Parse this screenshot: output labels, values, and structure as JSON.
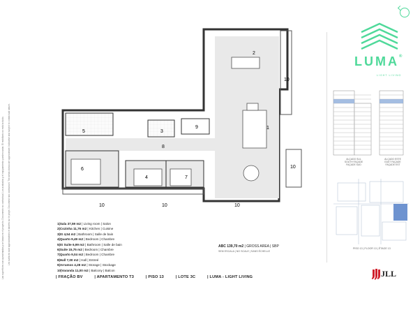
{
  "side_notes": {
    "note_pt": "Las superficies son aproximadas y se basan en el proyecto. Documento no contractual. Los acabados y el equipamiento pueden variar. El mobiliario no está incluido.",
    "note_fr": "Les surfaces sont approximatives et basées sur le projet. Document non contractuel. The areas shown are approximate. Indicative and subject to contractual nature."
  },
  "plan": {
    "room_labels": [
      "2",
      "10",
      "1",
      "10",
      "5",
      "3",
      "9",
      "8",
      "6",
      "4",
      "7",
      "10",
      "10",
      "10"
    ]
  },
  "legend": [
    {
      "key": "1|Sala 37,59 m2",
      "rest": "| Living room | Salon"
    },
    {
      "key": "2|Cozinha 11,76 m2",
      "rest": "| Kitchen | Cuisine"
    },
    {
      "key": "3|IS 4,54 m2",
      "rest": "| Bathroom | Salle de bain"
    },
    {
      "key": "4|Quarto 9,49 m2",
      "rest": "| Bedroom | Chambre"
    },
    {
      "key": "5|IS Suite 6,99 m2",
      "rest": "| Bathroom | Salle de bain"
    },
    {
      "key": "6|Suite 15,75 m2",
      "rest": "| Bedroom | Chambre"
    },
    {
      "key": "7|Quarto 9,04 m2",
      "rest": "| Bedroom | Chambre"
    },
    {
      "key": "8|Hall 7,00 m2",
      "rest": "| Hall | Entreé"
    },
    {
      "key": "9|Arrumos 4,28 m2",
      "rest": "| Storage | Stockage"
    },
    {
      "key": "10|Varanda 11,00 m2",
      "rest": "| Balcony | Balcon"
    }
  ],
  "area": {
    "abc": "ABC 139,70 m2",
    "gross": "| GROSS AREA | SBP",
    "scale": "SEM ESCALA | NO SCALE | SANS ÉCHELLE"
  },
  "footer": [
    "| FRAÇÃO BV",
    "| APARTAMENTO T3",
    "| PISO 13",
    "| LOTE 3C",
    "| LUMA - LIGHT LIVING"
  ],
  "brand": {
    "name": "LUMA",
    "registered": "®",
    "subtitle": "LIGHT LIVING",
    "accent_color": "#4fd99a",
    "jll": "JLL",
    "jll_color": "#d0202c"
  },
  "elevations": {
    "south": "ALÇADO SUL\nSOUTH FAÇADE\nFAÇADE SUD",
    "east": "ALÇADO ESTE\nEAST FAÇADE\nFAÇADE EST"
  },
  "floor_label": "PISO 13 | FLOOR 13 | ÉTAGE 13",
  "icons": [
    "compass-icon",
    "luma-logo-icon",
    "jll-logo-icon"
  ]
}
